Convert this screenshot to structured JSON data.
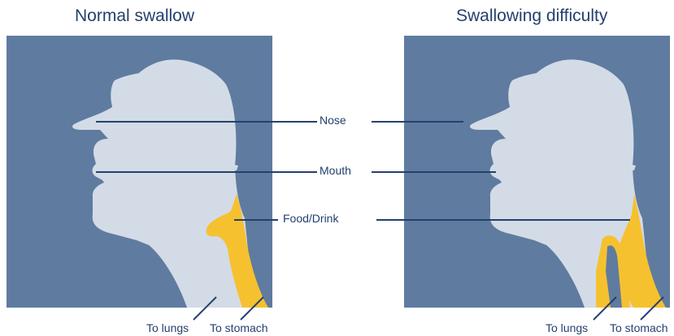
{
  "titles": {
    "left": "Normal swallow",
    "right": "Swallowing difficulty"
  },
  "labels": {
    "nose": "Nose",
    "mouth": "Mouth",
    "food_drink": "Food/Drink"
  },
  "bottom_labels": {
    "left_lungs": "To lungs",
    "left_stomach": "To stomach",
    "right_lungs": "To lungs",
    "right_stomach": "To stomach"
  },
  "colors": {
    "tissue": "#5f7ba0",
    "background": "#d3dbe6",
    "food": "#f6c12f",
    "text": "#24406e"
  }
}
